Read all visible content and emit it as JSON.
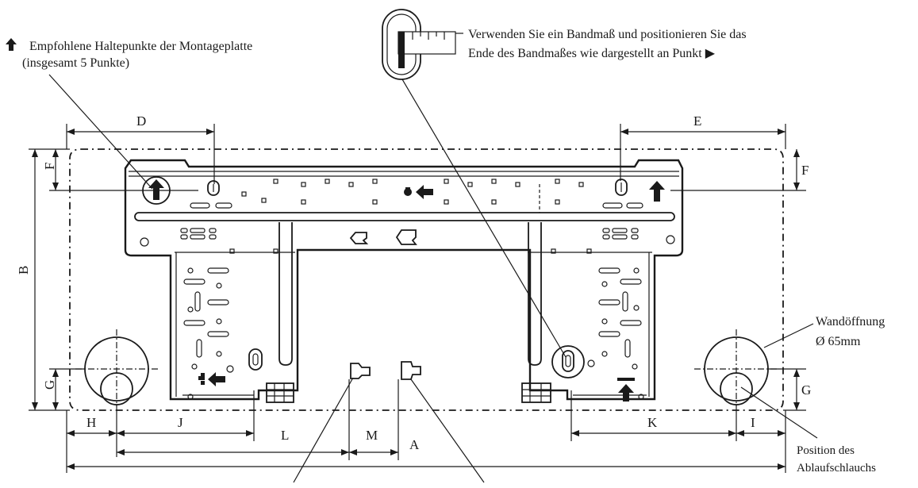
{
  "annotations": {
    "mounting_points_line1": "Empfohlene Haltepunkte der Montageplatte",
    "mounting_points_line2": "(insgesamt 5 Punkte)",
    "tape_line1": "Verwenden Sie ein Bandmaß und positionieren Sie das",
    "tape_line2": "Ende des Bandmaßes wie dargestellt an Punkt ▶",
    "wall_hole_line1": "Wandöffnung",
    "wall_hole_line2": "Ø 65mm",
    "drain_line1": "Position des",
    "drain_line2": "Ablaufschlauchs"
  },
  "dimensions": {
    "A": "A",
    "B": "B",
    "D": "D",
    "E": "E",
    "F_left": "F",
    "F_right": "F",
    "G_left": "G",
    "G_right": "G",
    "H": "H",
    "I": "I",
    "J": "J",
    "K": "K",
    "L": "L",
    "M": "M"
  },
  "colors": {
    "ink": "#1a1a1a",
    "background": "#ffffff"
  },
  "icons": {
    "mounting_point": "up-arrow-icon",
    "tape_end": "right-triangle-icon",
    "left_arrow": "left-arrow-icon",
    "keyhole": "keyhole-icon"
  }
}
